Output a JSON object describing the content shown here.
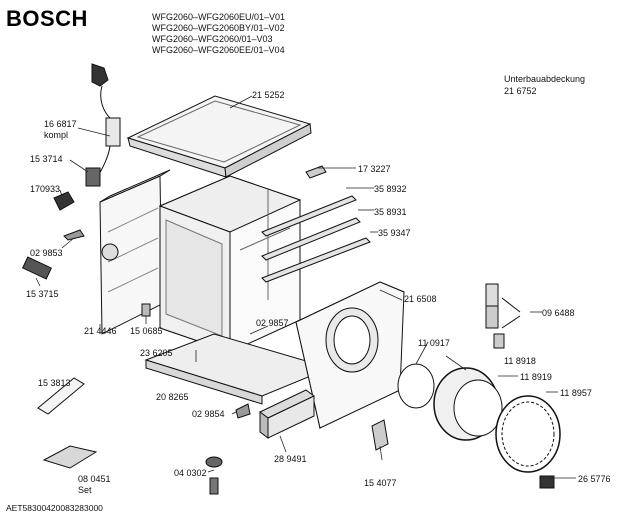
{
  "header": {
    "brand": "BOSCH",
    "models": [
      "WFG2060–WFG2060EU/01–V01",
      "WFG2060–WFG2060BY/01–V02",
      "WFG2060–WFG2060/01–V03",
      "WFG2060–WFG2060EE/01–V04"
    ]
  },
  "subassembly": {
    "title": "Unterbauabdeckung",
    "number": "21 6752"
  },
  "parts": {
    "p215252": "21 5252",
    "p166817a": "16 6817",
    "p166817b": "kompl",
    "p153714": "15 3714",
    "p170933": "170933",
    "p173227": "17 3227",
    "p358932": "35 8932",
    "p358931": "35 8931",
    "p359347": "35 9347",
    "p029853": "02 9853",
    "p153715": "15 3715",
    "p216508": "21 6508",
    "p096488": "09 6488",
    "p214446": "21 4446",
    "p150685": "15 0685",
    "p029857": "02 9857",
    "p236205": "23 6205",
    "p110917": "11 0917",
    "p118918": "11 8918",
    "p118919": "11 8919",
    "p118957": "11 8957",
    "p153813": "15 3813",
    "p208265": "20 8265",
    "p029854": "02 9854",
    "p289491": "28 9491",
    "p080451a": "08 0451",
    "p080451b": "Set",
    "p040302": "04 0302",
    "p154077": "15 4077",
    "p265776": "26 5776"
  },
  "footer": {
    "code": "AET58300420083283000"
  }
}
